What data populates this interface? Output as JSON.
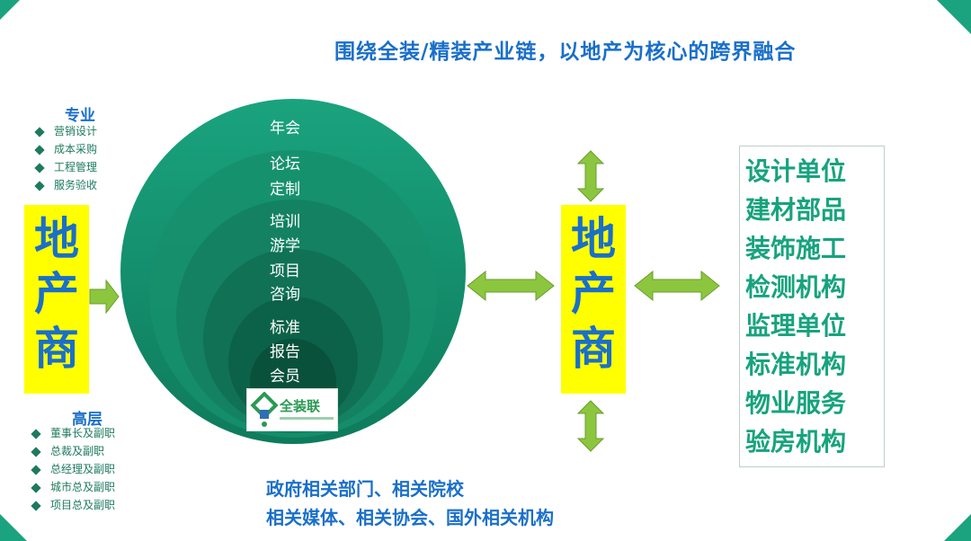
{
  "headline": "围绕全装/精装产业链，以地产为核心的跨界融合",
  "left_top": {
    "heading": "专业",
    "items": [
      "营销设计",
      "成本采购",
      "工程管理",
      "服务验收"
    ]
  },
  "left_box": {
    "chars": [
      "地",
      "产",
      "商"
    ]
  },
  "left_bottom": {
    "heading": "高层",
    "items": [
      "董事长及副职",
      "总裁及副职",
      "总经理及副职",
      "城市总及副职",
      "项目总及副职"
    ]
  },
  "circle": {
    "labels": [
      "年会",
      "论坛",
      "定制",
      "培训",
      "游学",
      "项目",
      "咨询",
      "标准",
      "报告",
      "会员"
    ],
    "logo_text": "全装联"
  },
  "center_box": {
    "chars": [
      "地",
      "产",
      "商"
    ]
  },
  "right_list": [
    "设计单位",
    "建材部品",
    "装饰施工",
    "检测机构",
    "监理单位",
    "标准机构",
    "物业服务",
    "验房机构"
  ],
  "bottom_lines": [
    "政府相关部门、相关院校",
    "相关媒体、相关协会、国外相关机构"
  ],
  "colors": {
    "accent_blue": "#1a6fc9",
    "accent_green": "#17a37e",
    "arrow_green": "#8cc63f",
    "highlight_yellow": "#ffff00"
  }
}
